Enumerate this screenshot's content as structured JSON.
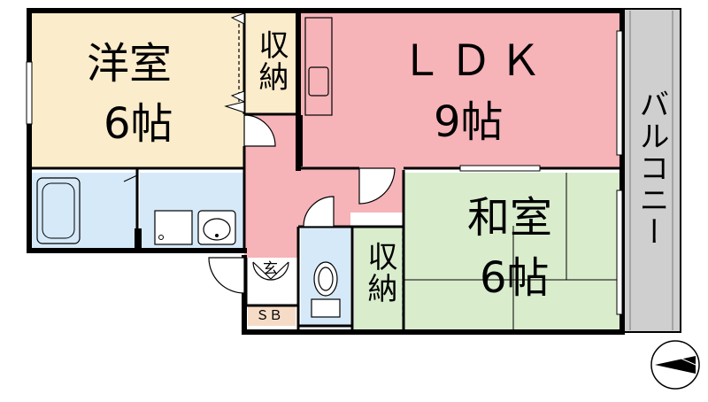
{
  "colors": {
    "western": "#fbeccb",
    "ldk": "#f6b3b8",
    "japanese": "#d9edcd",
    "wet": "#d6e9f8",
    "balcony": "#cfcfcf",
    "storage": "#fbeccb",
    "sb": "#f6dcc6",
    "wall": "#000000"
  },
  "rooms": {
    "western": {
      "name": "洋室",
      "size": "6帖"
    },
    "storage_top": {
      "name": "収納"
    },
    "ldk": {
      "name": "ＬＤＫ",
      "size": "9帖"
    },
    "balcony": {
      "name": "バルコニー"
    },
    "japanese": {
      "name": "和室",
      "size": "6帖"
    },
    "storage_mid": {
      "name": "収納"
    },
    "entrance": {
      "name": "玄"
    },
    "shoe_box": {
      "name": "ＳＢ"
    }
  },
  "compass": {
    "icon": "north-arrow-icon"
  }
}
